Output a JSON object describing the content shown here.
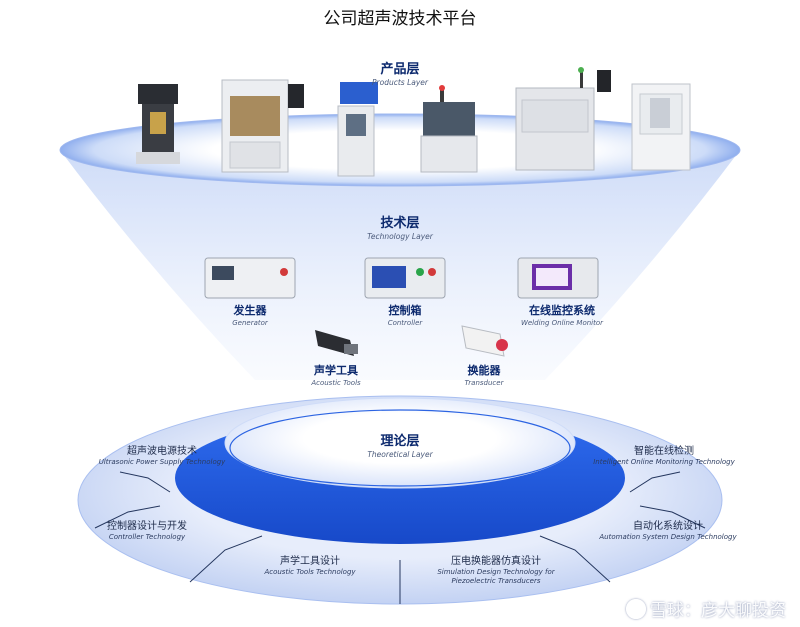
{
  "title": "公司超声波技术平台",
  "product_layer": {
    "zh": "产品层",
    "en": "Products Layer"
  },
  "technology_layer": {
    "zh": "技术层",
    "en": "Technology Layer",
    "items": [
      {
        "zh": "发生器",
        "en": "Generator"
      },
      {
        "zh": "控制箱",
        "en": "Controller"
      },
      {
        "zh": "在线监控系统",
        "en": "Welding Online Monitor"
      },
      {
        "zh": "声学工具",
        "en": "Acoustic Tools"
      },
      {
        "zh": "换能器",
        "en": "Transducer"
      }
    ]
  },
  "theory_layer": {
    "zh": "理论层",
    "en": "Theoretical Layer",
    "items": [
      {
        "zh": "超声波电源技术",
        "en": "Ultrasonic Power Supply Technology"
      },
      {
        "zh": "智能在线检测",
        "en": "Intelligent Online Monitoring Technology"
      },
      {
        "zh": "控制器设计与开发",
        "en": "Controller Technology"
      },
      {
        "zh": "自动化系统设计",
        "en": "Automation System Design Technology"
      },
      {
        "zh": "声学工具设计",
        "en": "Acoustic Tools Technology"
      },
      {
        "zh": "压电换能器仿真设计",
        "en": "Simulation Design Technology for",
        "en2": "Piezoelectric Transducers"
      }
    ]
  },
  "watermark": "雪球：彦大聊投资",
  "colors": {
    "primary_blue": "#1f5fe0",
    "dark_text": "#0d2a6e",
    "light_blue": "#dfe8fb"
  }
}
